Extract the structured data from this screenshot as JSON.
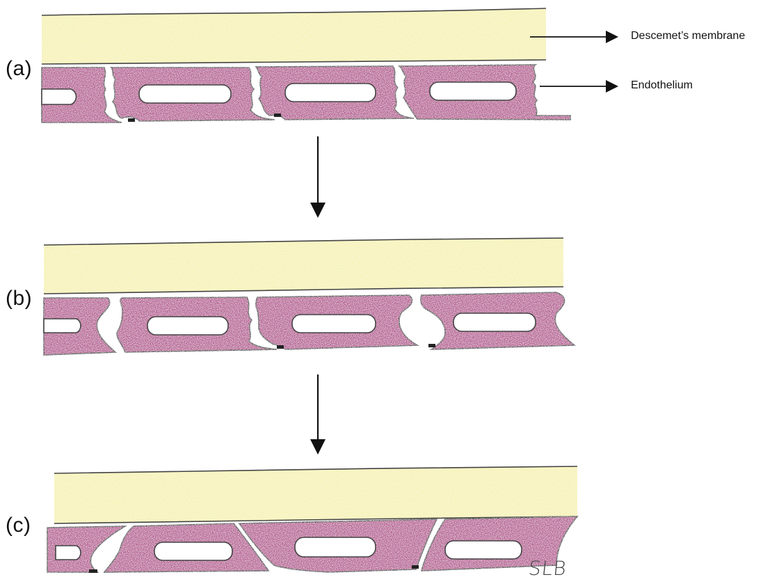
{
  "panels": [
    {
      "label": "(a)"
    },
    {
      "label": "(b)"
    },
    {
      "label": "(c)"
    }
  ],
  "annotations": {
    "descemet": "Descemet’s membrane",
    "endothelium": "Endothelium"
  },
  "signature": "SLB",
  "colors": {
    "membrane_fill": "#f5f0b4",
    "cell_fill": "#b3558f",
    "cell_edge": "#4a4a4a",
    "nucleus_fill": "#ffffff",
    "arrow": "#111111"
  }
}
